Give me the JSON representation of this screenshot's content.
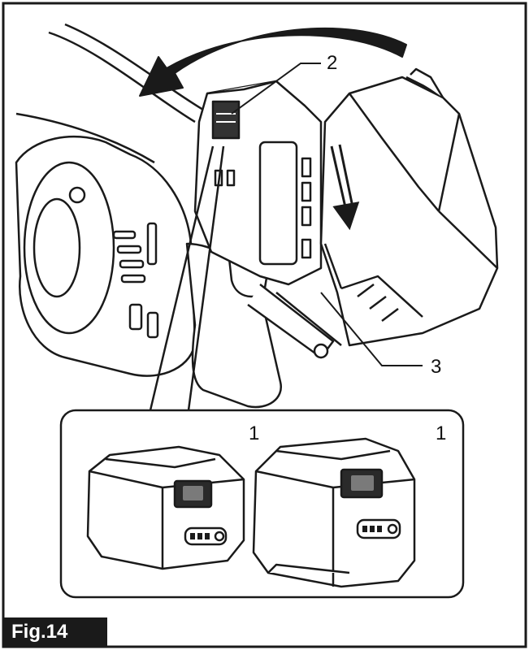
{
  "figure": {
    "label": "Fig.14"
  },
  "callouts": {
    "c1_left": "1",
    "c1_right": "1",
    "c2": "2",
    "c3": "3"
  },
  "colors": {
    "ink": "#1a1a1a",
    "paper": "#ffffff",
    "shade": "#c8c8c8"
  },
  "icons": {
    "direction": "curved-arrow-left-icon",
    "slide": "down-arrow-icon"
  }
}
